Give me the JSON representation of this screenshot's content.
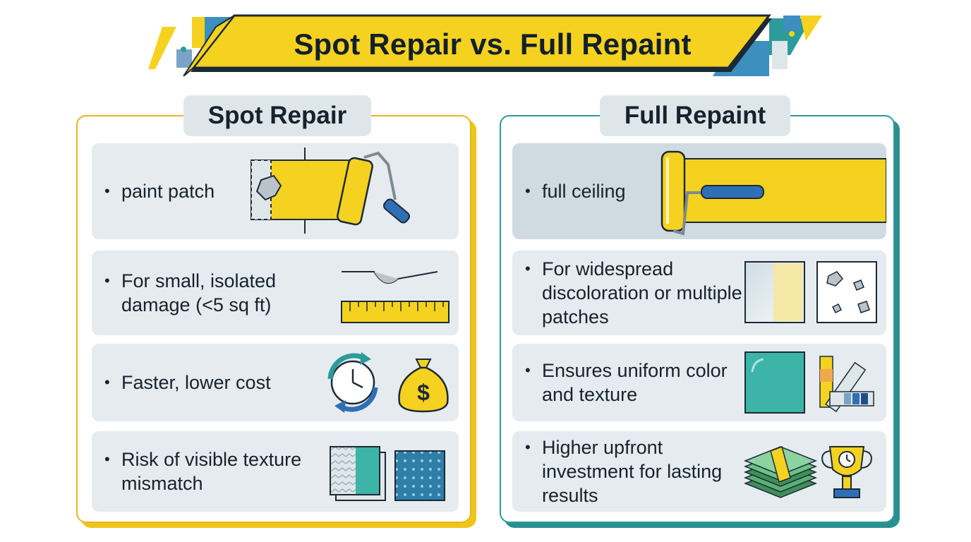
{
  "title": "Spot Repair vs. Full Repaint",
  "colors": {
    "accent_yellow": "#f5d21f",
    "accent_teal": "#2d9b9a",
    "row_bg": "#e5ebef",
    "ink": "#16222e"
  },
  "left_panel": {
    "heading": "Spot Repair",
    "rows": [
      {
        "bullet": "•",
        "text": "paint patch",
        "icon": "paint-roller-patch-icon"
      },
      {
        "bullet": "•",
        "text": "For small, isolated damage (<5 sq ft)",
        "icon": "ruler-dent-icon"
      },
      {
        "bullet": "•",
        "text": "Faster, lower cost",
        "icon": "clock-cycle-icon"
      },
      {
        "bullet": "•",
        "text": "Risk of visible texture mismatch",
        "icon": "texture-mismatch-icon"
      }
    ]
  },
  "right_panel": {
    "heading": "Full Repaint",
    "rows": [
      {
        "bullet": "•",
        "text": "full ceiling",
        "icon": "paint-roller-full-icon"
      },
      {
        "bullet": "•",
        "text": "For widespread discoloration or multiple patches",
        "icon": "discoloration-swatch-icon"
      },
      {
        "bullet": "•",
        "text": "Ensures uniform color and texture",
        "icon": "uniform-swatch-icon"
      },
      {
        "bullet": "•",
        "text": "Higher upfront investment for lasting results",
        "icon": "cash-stack-icon"
      }
    ]
  },
  "extra_icons": [
    "dollar-sign",
    "color-fan-deck-icon",
    "trophy-icon"
  ]
}
